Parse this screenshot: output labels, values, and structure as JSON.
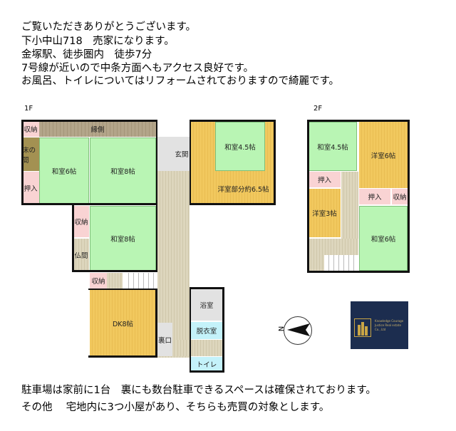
{
  "header_lines": [
    "ご覧いただきありがとうございます。",
    "下小中山718　売家になります。",
    "金塚駅、徒歩圏内　徒歩7分",
    "7号線が近いので中条方面へもアクセス良好です。",
    "お風呂、トイレについてはリフォームされておりますので綺麗です。"
  ],
  "floor1": {
    "label": "1F",
    "rooms": {
      "storage_a": "収納",
      "engawa": "縁側",
      "tokonoma": "床の間",
      "oshiire": "押入",
      "washitsu6": "和室6帖",
      "washitsu8_top": "和室8帖",
      "storage_b": "収納",
      "butsuma": "仏間",
      "washitsu8_lower": "和室8帖",
      "storage_c": "収納",
      "dk": "DK8帖",
      "genkan": "玄関",
      "washitsu45": "和室4.5帖",
      "yoshitsu": "洋室部分約6.5帖",
      "uraguchi": "裏口",
      "bath": "浴室",
      "dressing": "脱衣室",
      "toilet": "トイレ"
    }
  },
  "floor2": {
    "label": "2F",
    "rooms": {
      "washitsu45": "和室4.5帖",
      "yoshitsu6": "洋室6帖",
      "oshiire_a": "押入",
      "yoshitsu3": "洋室3帖",
      "oshiire_b": "押入",
      "storage": "収納",
      "washitsu6": "和室6帖"
    }
  },
  "compass": {
    "label": "N"
  },
  "logo": {
    "text": "Knowledge Courage Justice Real estate Co., Ltd"
  },
  "footer_lines": [
    "駐車場は家前に1台　裏にも数台駐車できるスペースは確保されております。",
    "その他　 宅地内に3つ小屋があり、そちらも売買の対象とします。"
  ],
  "colors": {
    "tatami": "#b9f5b4",
    "flooring": "#f1c85e",
    "closet": "#f9d3d3",
    "logo_bg": "#1c2d4f"
  }
}
